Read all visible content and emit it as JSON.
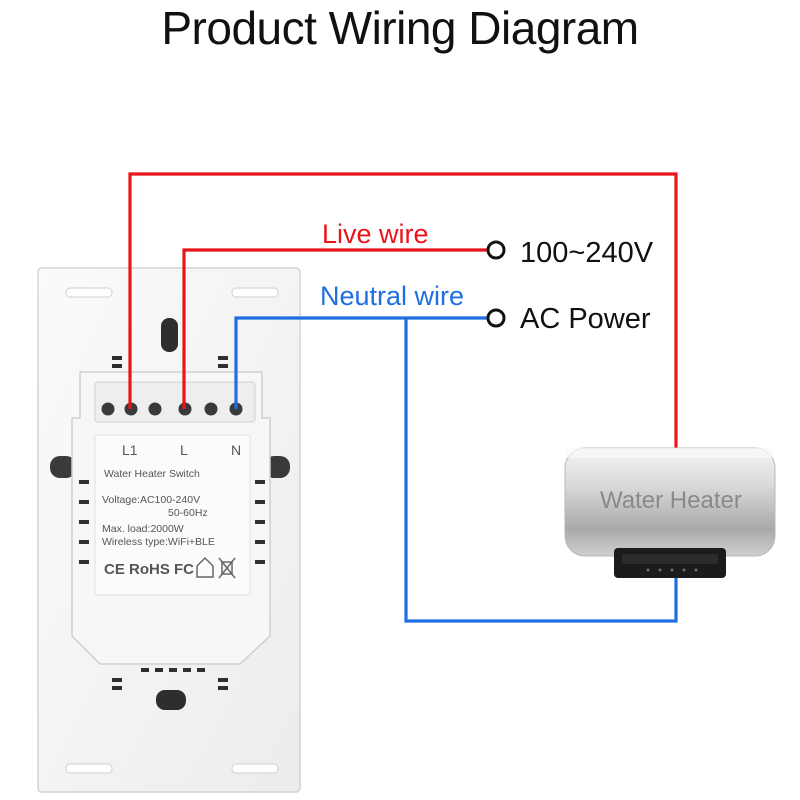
{
  "title": "Product Wiring Diagram",
  "wire_labels": {
    "live": "Live wire",
    "neutral": "Neutral wire"
  },
  "power": {
    "voltage": "100~240V",
    "type": "AC Power"
  },
  "switch": {
    "terminals": [
      "L1",
      "L",
      "N"
    ],
    "label_title": "Water Heater Switch",
    "voltage_line": "Voltage:AC100-240V",
    "frequency_line": "50-60Hz",
    "load_line": "Max. load:2000W",
    "wireless_line": "Wireless type:WiFi+BLE",
    "marks": "CE RoHS FC"
  },
  "heater": {
    "label": "Water Heater"
  },
  "colors": {
    "live": "#e8151b",
    "neutral": "#1f6fe0",
    "text": "#111111"
  }
}
